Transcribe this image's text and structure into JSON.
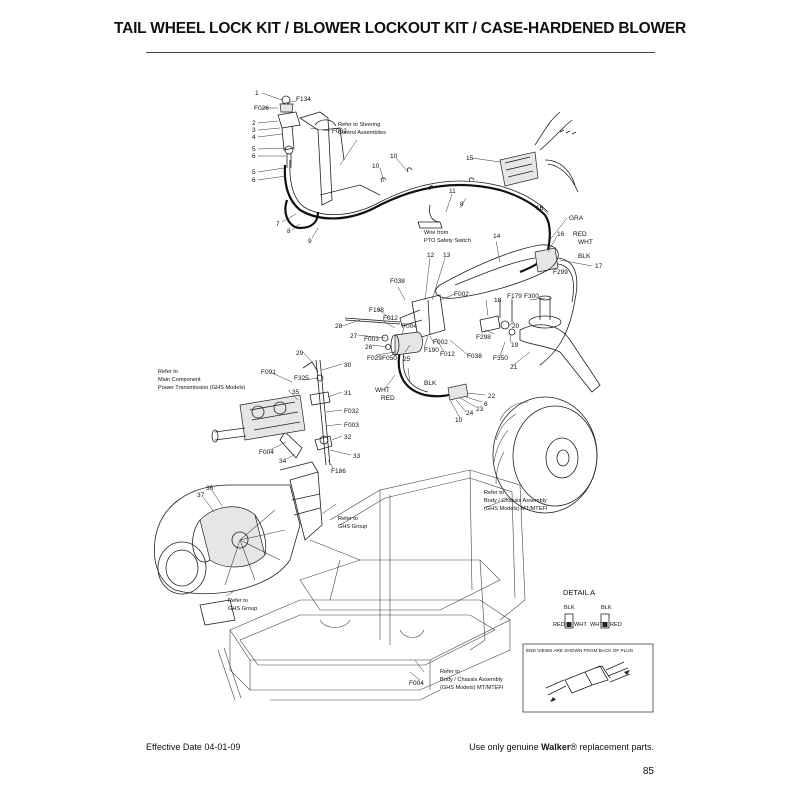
{
  "page": {
    "title": "TAIL WHEEL LOCK KIT / BLOWER LOCKOUT KIT / CASE-HARDENED BLOWER",
    "effective_date": "Effective Date 04-01-09",
    "footer_prefix": "Use only genuine ",
    "footer_brand": "Walker",
    "footer_suffix": "® replacement parts.",
    "page_number": "85"
  },
  "callouts": {
    "c1": "1",
    "f134": "F134",
    "f026": "F026",
    "c2": "2",
    "c3": "3",
    "c4": "4",
    "c5a": "5",
    "c6a": "6",
    "c5b": "5",
    "c6b": "6",
    "f002a": "F002",
    "c7": "7",
    "c8a": "8",
    "c9": "9",
    "c10a": "10",
    "c10b": "10",
    "c11": "11",
    "c8b": "8",
    "c15": "15",
    "c16a": "16",
    "gra": "GRA",
    "c14": "14",
    "c16b": "16",
    "red_a": "RED",
    "wht_a": "WHT",
    "blk_a": "BLK",
    "c17": "17",
    "f299": "F299",
    "c12": "12",
    "c13": "13",
    "f038a": "F038",
    "f002b": "F002",
    "c18": "18",
    "f179": "F179",
    "f300": "F300",
    "f198": "F198",
    "c28": "28",
    "f012a": "F012",
    "f004a": "F004",
    "c27": "27",
    "f003a": "F003",
    "c26": "26",
    "f029": "F029",
    "f050": "F050",
    "c25": "25",
    "f190": "F190",
    "f002c": "F002",
    "f012b": "F012",
    "f038b": "F038",
    "f298": "F298",
    "c20": "20",
    "c19": "19",
    "f350": "F350",
    "c21": "21",
    "c29": "29",
    "c30": "30",
    "f091": "F091",
    "f325": "F325",
    "c35": "35",
    "c31": "31",
    "f032": "F032",
    "f003b": "F003",
    "c32": "32",
    "f004b": "F004",
    "c34": "34",
    "c33": "33",
    "f186": "F186",
    "wht_b": "WHT",
    "red_b": "RED",
    "blk_b": "BLK",
    "c22": "22",
    "c6c": "6",
    "c23": "23",
    "c24": "24",
    "c10c": "10",
    "c36": "36",
    "c37": "37",
    "f004c": "F004"
  },
  "notes": {
    "steering_1": "Refer to Steering",
    "steering_2": "Control Assemblies",
    "pto_1": "Wire from",
    "pto_2": "PTO Safety Switch",
    "maincomp_1": "Refer to",
    "maincomp_2": "Main Component",
    "maincomp_3": "Power Transmission (GHS Models)",
    "chassis1_1": "Refer to",
    "chassis1_2": "Body / Chassis Assembly",
    "chassis1_3": "(GHS Models) MT/MTEFI",
    "ghs1_1": "Refer to",
    "ghs1_2": "GHS Group",
    "ghs2_1": "Refer to",
    "ghs2_2": "GHS Group",
    "chassis2_1": "Refer to",
    "chassis2_2": "Body / Chassis Assembly",
    "chassis2_3": "(GHS Models) MT/MTEFI"
  },
  "detail_a": {
    "title": "DETAIL A",
    "blk_left": "BLK",
    "blk_right": "BLK",
    "red_left": "RED",
    "wht_left": "WHT",
    "wht_right": "WHT",
    "red_right": "RED"
  },
  "end_views": {
    "label": "END VIEWS ARE SHOWN FROM BACK OF PLUG"
  }
}
